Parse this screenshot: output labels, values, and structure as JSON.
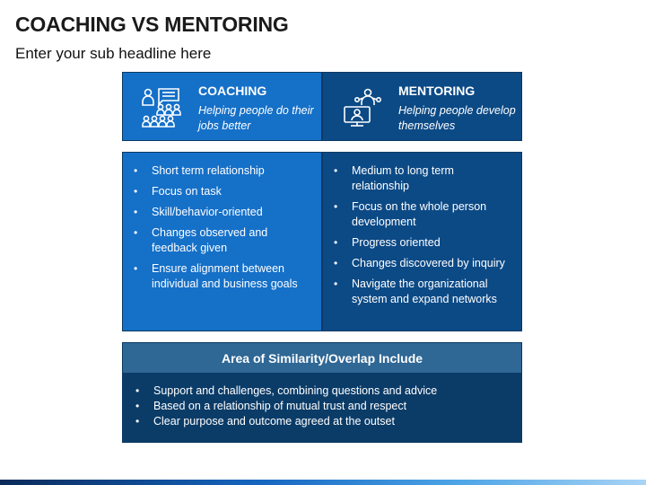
{
  "title": "COACHING VS MENTORING",
  "subtitle": "Enter your sub headline here",
  "coaching": {
    "icon": "group-presentation-icon",
    "title": "COACHING",
    "description": "Helping people do their jobs better",
    "color": "#1570c8",
    "points": [
      "Short term relationship",
      "Focus on task",
      "Skill/behavior-oriented",
      "Changes observed and feedback given",
      "Ensure alignment between individual and business goals"
    ]
  },
  "mentoring": {
    "icon": "mentor-computer-icon",
    "title": "MENTORING",
    "description": "Helping people develop themselves",
    "color": "#0c4a86",
    "points": [
      "Medium to long term relationship",
      "Focus on the whole person development",
      "Progress oriented",
      "Changes discovered by inquiry",
      "Navigate the organizational system and expand networks"
    ]
  },
  "similarity": {
    "title": "Area of Similarity/Overlap Include",
    "points": [
      "Support and challenges, combining questions and advice",
      "Based on a relationship of mutual trust and respect",
      "Clear purpose and outcome agreed at the outset"
    ]
  }
}
